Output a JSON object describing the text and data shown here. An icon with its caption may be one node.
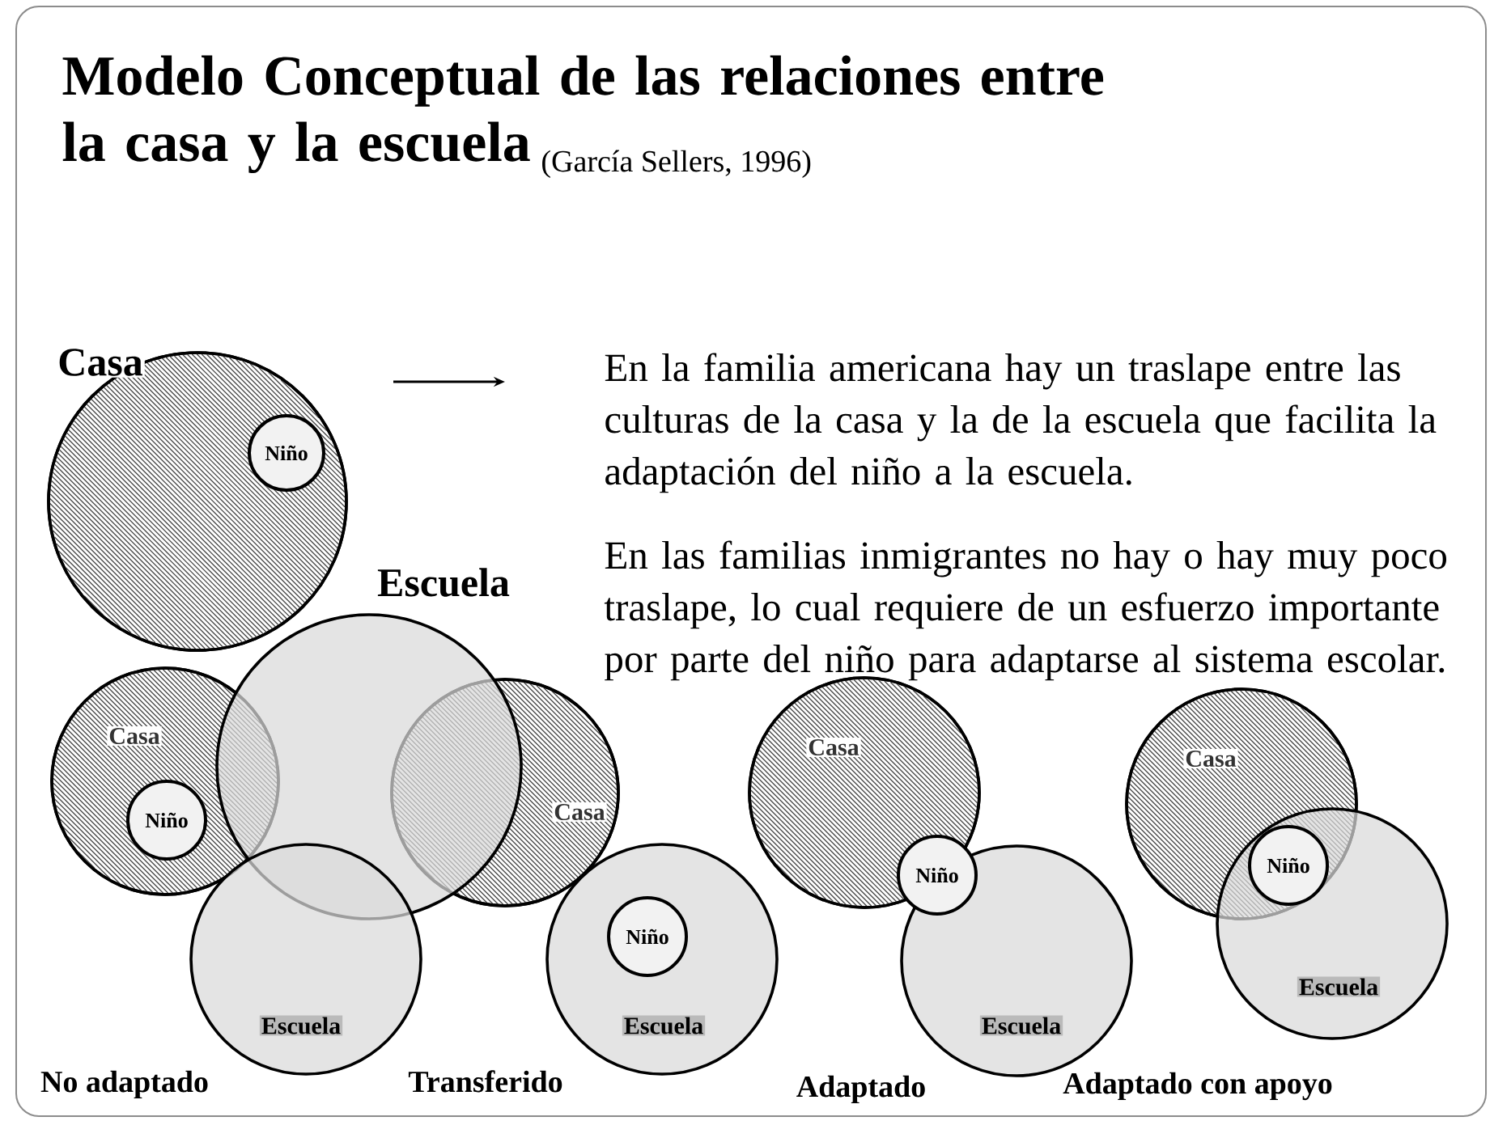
{
  "diagram": {
    "title": "Modelo Conceptual de las relaciones entre la casa y la escuela",
    "nodes": [
      {
        "text": [
          "Casa"
        ]
      },
      {
        "text": [
          "Niño"
        ],
        "in": 0
      },
      {
        "text": [
          "Escuela"
        ]
      },
      {
        "text": [
          "Casa"
        ]
      },
      {
        "text": [
          "Niño"
        ],
        "in": 3
      },
      {
        "text": [
          "Escuela"
        ]
      },
      {
        "text": [
          "Casa"
        ]
      },
      {
        "text": [
          "Escuela"
        ]
      },
      {
        "text": [
          "Niño"
        ],
        "in": 7
      },
      {
        "text": [
          "Casa"
        ]
      },
      {
        "text": [
          "Niño"
        ]
      },
      {
        "text": [
          "Escuela"
        ]
      },
      {
        "text": [
          "Casa"
        ]
      },
      {
        "text": [
          "Escuela"
        ]
      },
      {
        "text": [
          "Niño"
        ]
      }
    ],
    "labels": [
      "(García Sellers, 1996)",
      "En la familia americana hay un traslape entre las culturas de la casa y la de la escuela que facilita la adaptación del niño a la escuela.",
      "En las familias inmigrantes no hay o hay muy poco traslape, lo cual requiere de un esfuerzo importante por parte del niño para adaptarse al sistema escolar.",
      "No adaptado",
      "Transferido",
      "Adaptado",
      "Adaptado con apoyo"
    ]
  }
}
